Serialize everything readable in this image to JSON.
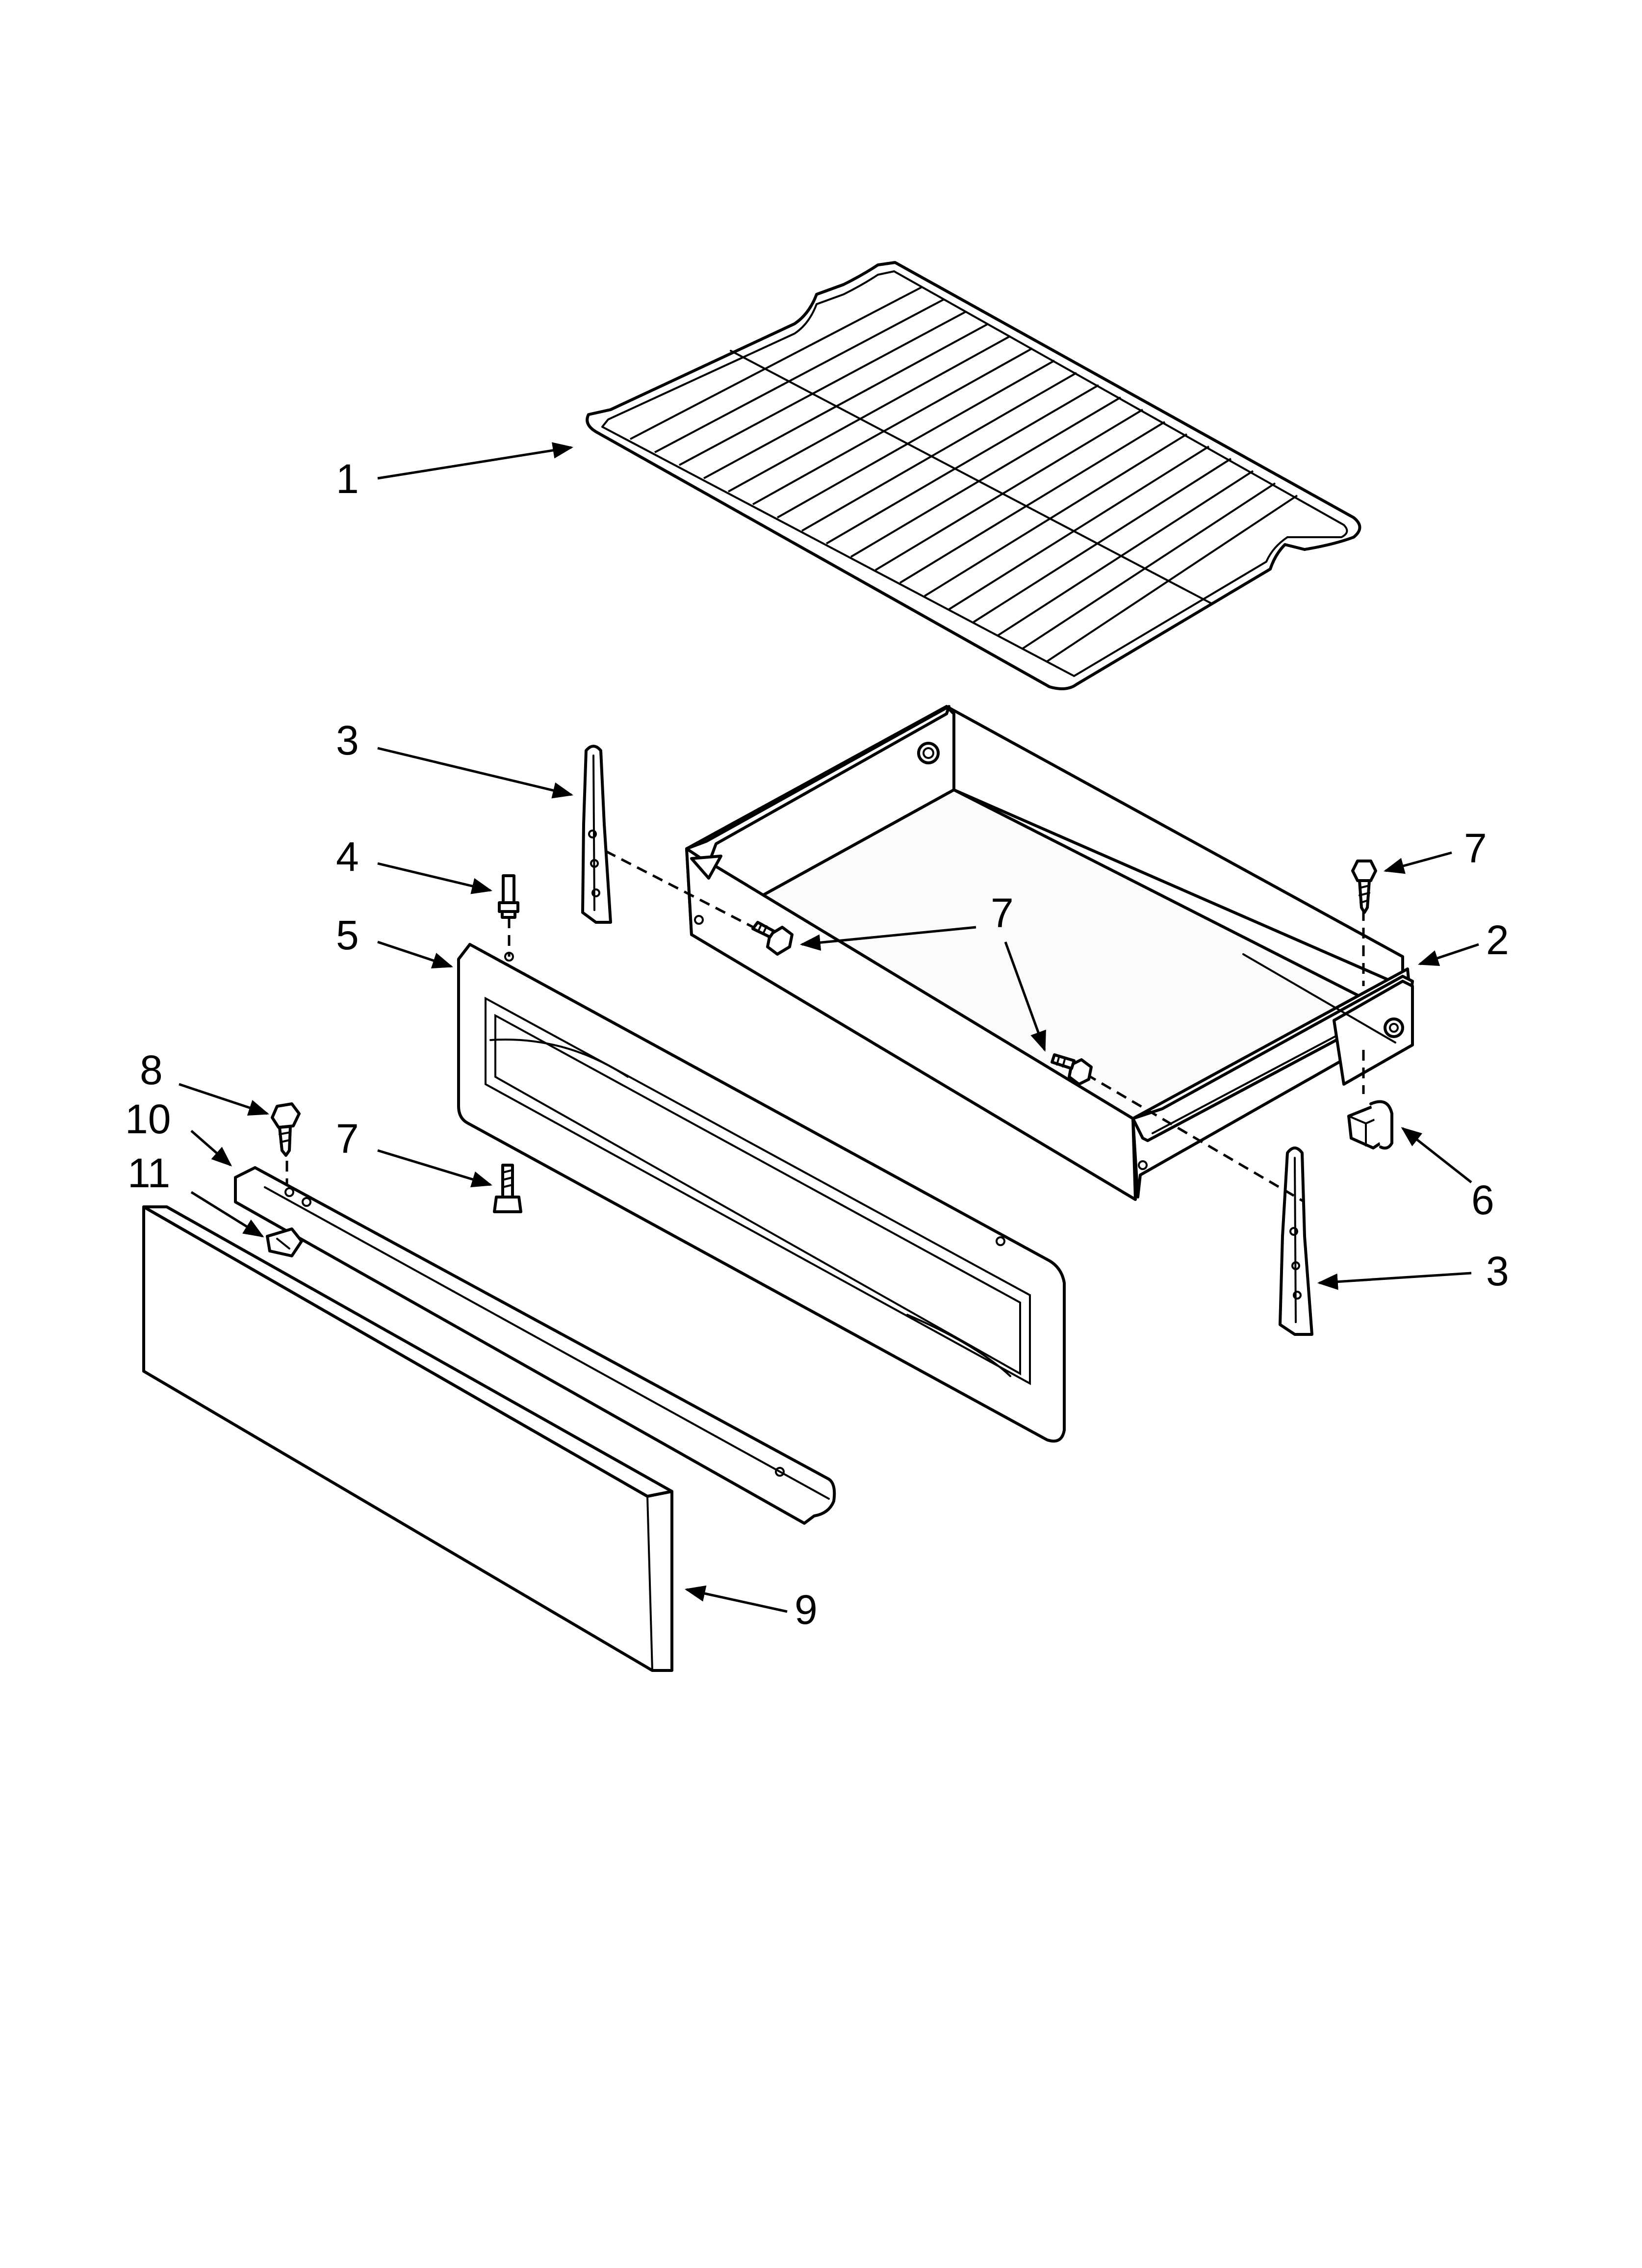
{
  "callouts": {
    "c1": "1",
    "c2": "2",
    "c3a": "3",
    "c3b": "3",
    "c4": "4",
    "c5": "5",
    "c6": "6",
    "c7a": "7",
    "c7b": "7",
    "c7c": "7",
    "c7d": "7",
    "c8": "8",
    "c9": "9",
    "c10": "10",
    "c11": "11"
  }
}
